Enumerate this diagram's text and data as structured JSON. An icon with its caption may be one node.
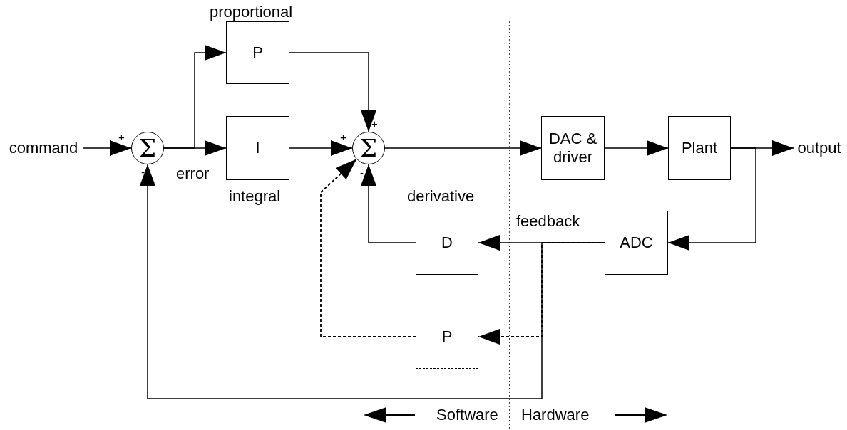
{
  "diagram": {
    "nodes": [
      {
        "text": [
          "command"
        ]
      },
      {
        "text": [
          "Σ"
        ],
        "beside": [
          "+",
          "-"
        ]
      },
      {
        "text": [
          "P"
        ],
        "beside": [
          "proportional"
        ]
      },
      {
        "text": [
          "I"
        ],
        "beside": [
          "integral"
        ]
      },
      {
        "text": [
          "Σ"
        ],
        "beside": [
          "+",
          "+",
          "-"
        ]
      },
      {
        "text": [
          "DAC & driver"
        ]
      },
      {
        "text": [
          "Plant"
        ]
      },
      {
        "text": [
          "output"
        ]
      },
      {
        "text": [
          "ADC"
        ]
      },
      {
        "text": [
          "D"
        ],
        "beside": [
          "derivative"
        ]
      },
      {
        "text": [
          "P"
        ]
      }
    ],
    "edges": [
      {
        "from": 0,
        "to": 1,
        "arrow": "to"
      },
      {
        "from": 1,
        "to": 2,
        "arrow": "to"
      },
      {
        "from": 1,
        "to": 3,
        "arrow": "to"
      },
      {
        "from": 2,
        "to": 4,
        "arrow": "to"
      },
      {
        "from": 3,
        "to": 4,
        "arrow": "to"
      },
      {
        "from": 10,
        "to": 4,
        "arrow": "to",
        "style": "dashed"
      },
      {
        "from": 4,
        "to": 5,
        "arrow": "to"
      },
      {
        "from": 5,
        "to": 6,
        "arrow": "to"
      },
      {
        "from": 6,
        "to": 7,
        "arrow": "to"
      },
      {
        "from": 6,
        "to": 8,
        "arrow": "to"
      },
      {
        "from": 8,
        "to": 9,
        "arrow": "to"
      },
      {
        "from": 8,
        "to": 10,
        "arrow": "to",
        "style": "dashed"
      },
      {
        "from": 8,
        "to": 1,
        "arrow": "to"
      },
      {
        "from": 9,
        "to": 4,
        "arrow": "to"
      }
    ],
    "labels": [
      "error",
      "feedback",
      "Software",
      "Hardware"
    ]
  }
}
